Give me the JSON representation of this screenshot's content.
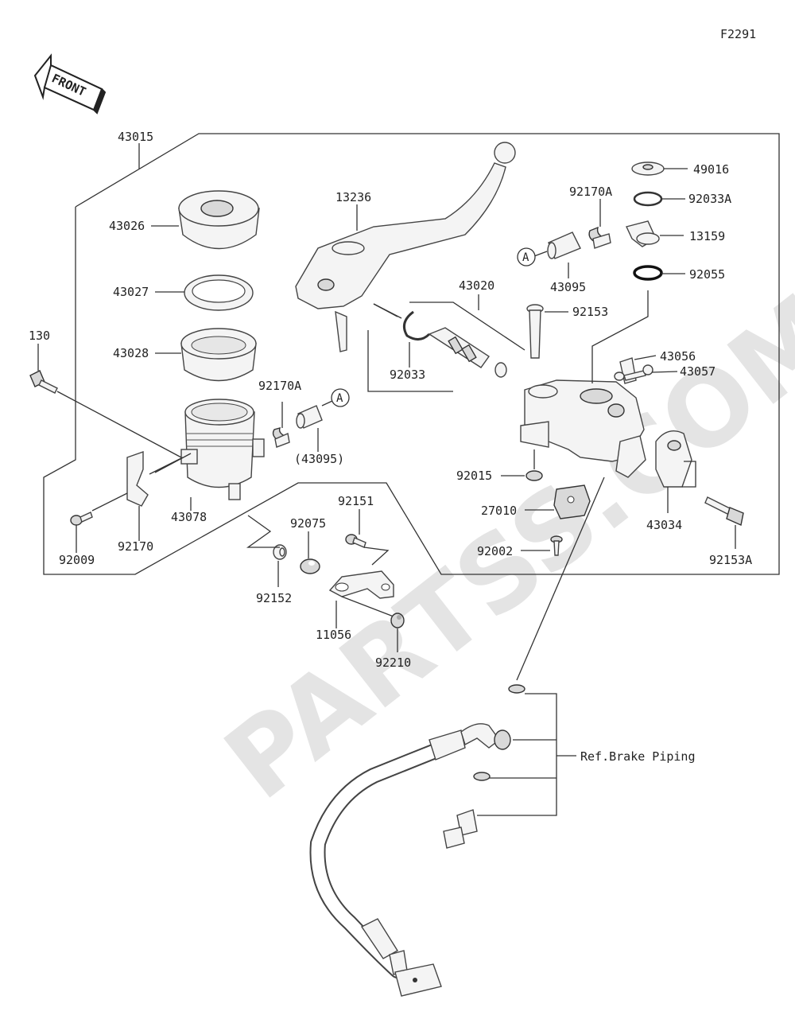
{
  "diagram_code": "F2291",
  "front_label": "FRONT",
  "watermark": "PARTSS.COM",
  "callout_a": "A",
  "ref_note": "Ref.Brake Piping",
  "parts": {
    "p43015": "43015",
    "p43026": "43026",
    "p43027": "43027",
    "p43028": "43028",
    "p130": "130",
    "p43078": "43078",
    "p92009": "92009",
    "p92170": "92170",
    "p92170A_left": "92170A",
    "p43095_paren": "(43095)",
    "p13236": "13236",
    "p43020": "43020",
    "p92033": "92033",
    "p92170A_right": "92170A",
    "p43095": "43095",
    "p49016": "49016",
    "p92033A": "92033A",
    "p13159": "13159",
    "p92055": "92055",
    "p92153": "92153",
    "p43056": "43056",
    "p43057": "43057",
    "p92015": "92015",
    "p27010": "27010",
    "p92002": "92002",
    "p43034": "43034",
    "p92153A": "92153A",
    "p92151": "92151",
    "p92075": "92075",
    "p92152": "92152",
    "p11056": "11056",
    "p92210": "92210"
  }
}
